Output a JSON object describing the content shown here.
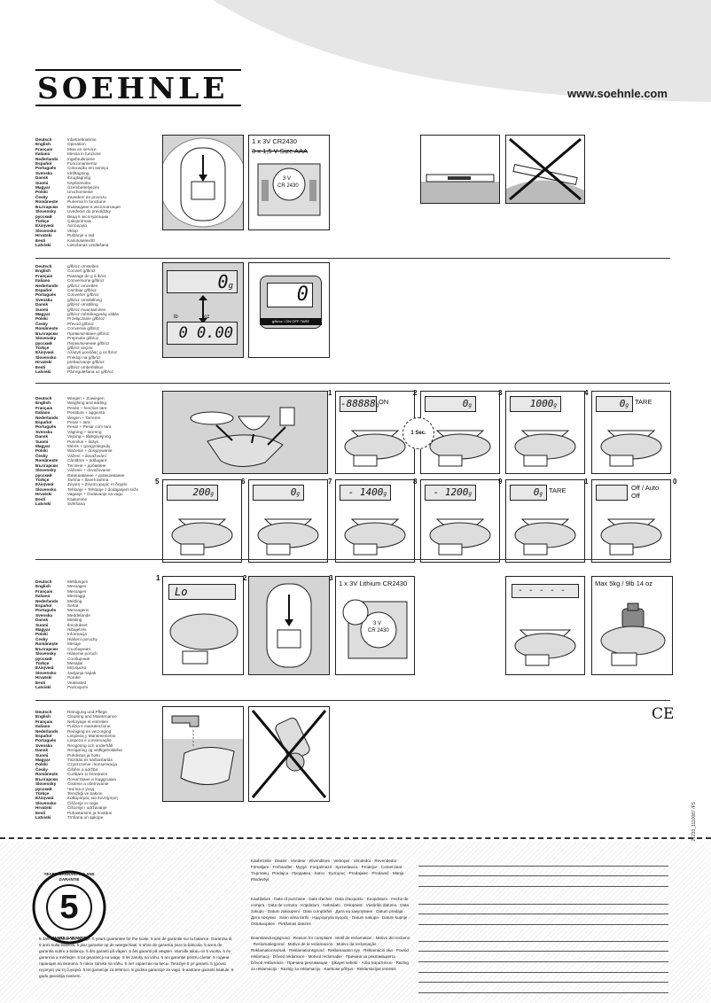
{
  "brand": {
    "logo": "SOEHNLE",
    "website": "www.soehnle.com"
  },
  "languages": [
    "Deutsch",
    "English",
    "Français",
    "Italiano",
    "Nederlands",
    "Español",
    "Português",
    "Svenska",
    "Dansk",
    "Suomi",
    "Magyar",
    "Polski",
    "Česky",
    "Românește",
    "Български",
    "Slovensky",
    "русский",
    "Türkçe",
    "Ελληνικά",
    "Slovensko",
    "Hrvatski",
    "Eesti",
    "Latviski"
  ],
  "sections": [
    {
      "texts": [
        "Inbetriebnahme",
        "Operation",
        "Mise en service",
        "Messa in funzione",
        "Ingebruikname",
        "Funcionamiento",
        "Colocação em serviço",
        "Idrifttagning",
        "Ibrugtagning",
        "Käyttöönotto",
        "Üzembehelyezés",
        "Uruchomienie",
        "Zavedení do provozu",
        "Punerea în funcțiune",
        "Въвеждане в експлоатация",
        "Uvedenie do prevádzky",
        "Ввод в эксплуатацию",
        "Çalıştırılması",
        "Λειτουργία",
        "Vklop",
        "Puštanje u rad",
        "Kasutuselevõtt",
        "Lietošanas uzsākšana"
      ]
    },
    {
      "texts": [
        "g/lb/oz umstellen",
        "Convert g/lb/oz",
        "Passage de g à lb/oz",
        "Conversione g/lb/oz",
        "g/lb/oz omzetten",
        "Cambiar g/lb/oz",
        "Converter g/lb/oz",
        "g/lb/oz omställning",
        "g/lb/oz omstilling",
        "g/lb/oz muuntaminen",
        "g/lb/oz mértékegység váltás",
        "Przełączanie g/lb/oz",
        "Převod g/lb/oz",
        "Conversie g/lb/oz",
        "Превключване g/lb/oz",
        "Prepnutie g/lb/oz",
        "Переключение g/lb/oz",
        "g/lb/oz seçimi",
        "Αλλαγή μονάδας g σε lb/oz",
        "Preklop na g/lb/oz",
        "prebacivanje g/lb/oz",
        "g/lb/oz ümberlülitus",
        "Pārregulēšana uz g/lb/oz"
      ]
    },
    {
      "texts": [
        "Wiegen + Zuwiegen",
        "Weighing and adding",
        "Pesée + fonction tare",
        "Pesatura + aggiunta",
        "Wegen + Tarreren",
        "Pesar + tara",
        "Pesar + Pesar com tara",
        "Vägning + tarering",
        "Vejning + tillægsvejning",
        "Punnitus + lisäys",
        "Mérés + göngyölegsúly",
        "Ważenie + dosypywanie",
        "Vážení + dovažování",
        "Cântărire + adăugare",
        "Теглене + добавяне",
        "Váženie + dovažovanie",
        "Взвешивание + довешивание",
        "Tartma + İlaveli tartma",
        "Ζύγιση + Ζύγιση χωρίς το δοχείο",
        "Tehtanje + Tehtanje z dodajanjem teže",
        "Vaganje + Dodavanje na vagu",
        "Kaalumine",
        "Svēršana"
      ]
    },
    {
      "texts": [
        "Meldungen",
        "Messages",
        "Messages",
        "Messaggi",
        "Melding",
        "Señal",
        "Mensagens",
        "Meddelande",
        "Melding",
        "Ilmoitukset",
        "Hibajelzés",
        "Informacja",
        "Hlášení poruchy",
        "Mesaje",
        "Съобщения",
        "Hlásenie porúch",
        "Сообщения",
        "Mesajlar",
        "Μηνύματα",
        "Javljanja napak",
        "Poruke",
        "Veateated",
        "Paziņojumi"
      ]
    },
    {
      "texts": [
        "Reinigung und Pflege",
        "Cleaning and Maintenance",
        "Nettoyage et entretien",
        "Pulizia e manutenzione",
        "Reiniging en verzorging",
        "Limpieza y Mantenimiento",
        "Limpeza e conservação",
        "Rengöring och underhåll",
        "Rengøring og vedligeholdelse",
        "Puhdistus ja hoito",
        "Tisztítás és karbantartás",
        "Czyszczenie i konserwacja",
        "Čištění a údržba",
        "Curățare și întreținere",
        "Почистване и поддръжка",
        "Čistenie a ošetrovanie",
        "Чистка и уход",
        "Temizliği ve bakımı",
        "Καθαρισμός και Συντήρηση",
        "Čiščenje in nega",
        "Čišćenje i održavanje",
        "Puhastamine ja hooldus",
        "Tīrīšana un apkope"
      ]
    }
  ],
  "battery": {
    "label1": "1 x 3V CR2430",
    "label2": "3 x 1,5 V Size AAA",
    "cell_v": "3 V",
    "cell_type": "CR 2430",
    "lithium": "1 x 3V Lithium CR2430"
  },
  "unit_panel": {
    "display_top": "0",
    "unit_top": "g",
    "display_b": "0  0.00",
    "lb": "lb",
    "oz": "oz",
    "big_zero": "0",
    "button": "g/lb/oz / ON·OFF·TARE"
  },
  "steps": {
    "s1": {
      "n": "1",
      "display": "-88888",
      "unit": "g",
      "label": "ON"
    },
    "s2": {
      "n": "2",
      "display": "0",
      "unit": "g",
      "timer": "1 Sec."
    },
    "s3": {
      "n": "3",
      "display": "1000",
      "unit": "g"
    },
    "s4": {
      "n": "4",
      "display": "0",
      "unit": "g",
      "label": "TARE"
    },
    "s5": {
      "n": "5",
      "display": "200",
      "unit": "g"
    },
    "s6": {
      "n": "6",
      "display": "0",
      "unit": "g"
    },
    "s7": {
      "n": "7",
      "display": "- 1400",
      "unit": "g"
    },
    "s8": {
      "n": "8",
      "display": "- 1200",
      "unit": "g"
    },
    "s9": {
      "n": "9",
      "display": "0",
      "unit": "g",
      "label": "TARE"
    },
    "s10": {
      "n1": "1",
      "n0": "0",
      "label": "Off / Auto Off"
    }
  },
  "messages": {
    "n1": "1",
    "n2": "2",
    "n3": "3",
    "lo": "Lo",
    "dashes": "- - - - -",
    "max": "Max 5kg / 9lb 14 oz"
  },
  "ce": "CE",
  "doc_number": "121233_1110087 /FS",
  "warranty": {
    "ring_top": "YEARS WARRANTY ★ ANS GARANTIE",
    "ring_bottom": "JAHRE GARANTIE",
    "big": "5",
    "text": "5 Jahre Garantie auf Waage. 5 years guarantee for the scale. 5 ans de garantie sur la balance. Garanzia di 5 anni sulla bilancia. 5 jaar garantie op de weegschaal. 5 años de garantía para la báscula. 5 anos de garantia sobre a balança. 5 års garanti på vågen. 5 års garanti på vægten. Vaa'alla takuu on 5 vuotta. 5 év garancia a mérlegre. 5 lat gwarancji na wagę. 5 let záruky na váhu. 5 ani garanție pentru cântar. 5 години гаранция на везната. 5 rokov záruka na váhu. 5 лет гарантии на весы. Teraziye 5 yıl garanti. 5 χρόνια εγγύηση για τη ζυγαριά. 5 let garancije za tehtnico. 5 godina garancije za vagu. 5-aastane garantii kaalule. 5 gadu garantija svariem."
  },
  "dealer": "Käuferzeile · Dealer · Vendeur · Rivenditore · Verkoper · Vendedor · Revendedor · Försäljare · Forhandler · Myyjä · Forgalmazó · Sprzedawca · Prodejce · Comerciant · Търговец · Predajca · Продавец · Satıcı · Έμπορος · Prodajalec · Prodavač · Müüja · Pārdevējs",
  "purchase_date": "Kaufdatum · Date of purchase · Date d'achat · Data d'acquisto · Koopdatum · Fecha de compra · Data de compra · Köpdatum · Købsdato · Ostopäivä · Vásárlás dátuma · Data zakupu · Datum zakoupení · Data cumpărării · Дата на закупуване · Dátum predaja · Дата покупки · Satın alma tarihi · Ημερομηνία αγοράς · Datum nakupa · Datum kupnje · Ostukuupäev · Pirkšanas datums",
  "complaint": "Beanstandungsgrund · Reason for complaint · Motif de réclamation · Motivo del reclamo · Reclamatiegrond · Motivo de la reclamación · Motivo da reclamação · Reklamationsorsak · Reklamationsgrund · Reklamaation syy · Reklamáció oka · Powód reklamacji · Důvod reklamace · Motivul reclamației · Причина за рекламацията · Dôvod reklamácie · Причина рекламации · Şikayet sebebi · Αιτία παραπόνου · Razlog za reklamacijo · Razlog za reklamaciju · Kaebuse põhjus · Reklamācijas iemesls"
}
